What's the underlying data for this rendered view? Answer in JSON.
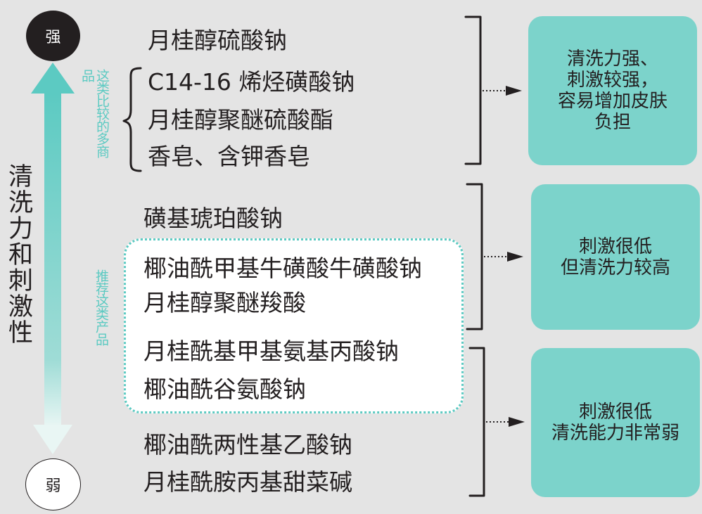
{
  "scale": {
    "strong_label": "强",
    "weak_label": "弱",
    "axis_title": "清洗力和刺激性"
  },
  "notes": {
    "common_products": "这类比较的多商品",
    "recommended": "推荐这类产品"
  },
  "groups": [
    {
      "items": [
        "月桂醇硫酸钠",
        "C14-16 烯烃磺酸钠",
        "月桂醇聚醚硫酸酯",
        "香皂、含钾香皂"
      ],
      "result": "清洗力强、\n刺激较强，\n容易增加皮肤\n负担"
    },
    {
      "items": [
        "磺基琥珀酸钠",
        "椰油酰甲基牛磺酸牛磺酸钠",
        "月桂醇聚醚羧酸"
      ],
      "result": "刺激很低\n但清洗力较高"
    },
    {
      "items": [
        "月桂酰基甲基氨基丙酸钠",
        "椰油酰谷氨酸钠",
        "椰油酰两性基乙酸钠",
        "月桂酰胺丙基甜菜碱"
      ],
      "result": "刺激很低\n清洗能力非常弱"
    }
  ],
  "colors": {
    "accent": "#5ccac2",
    "result_box": "#7cd3cb",
    "background": "#e4e4e4",
    "text": "#231f20"
  }
}
